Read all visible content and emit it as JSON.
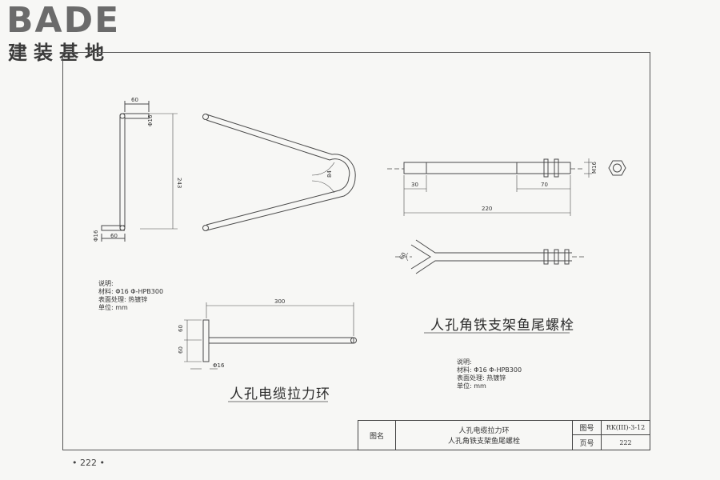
{
  "logo": {
    "brand": "BADE",
    "subtitle": "建装基地"
  },
  "page_number": "• 222 •",
  "cable_ring": {
    "title": "人孔电缆拉力环",
    "notes": [
      "说明:",
      "材料: Φ16 Φ-HPB300",
      "表面处理: 热镀锌",
      "单位: mm"
    ],
    "dims": {
      "hook_top": "60",
      "hook_bottom": "60",
      "dia_top": "Φ16",
      "dia_bottom": "Φ16",
      "height": "243",
      "v_angle": "84",
      "t_length": "300",
      "t_upper": "60",
      "t_lower": "60",
      "t_dia": "Φ16"
    }
  },
  "fishtail_bolt": {
    "title": "人孔角铁支架鱼尾螺栓",
    "notes": [
      "说明:",
      "材料: Φ16 Φ-HPB300",
      "表面处理: 热镀锌",
      "单位: mm"
    ],
    "dims": {
      "left": "30",
      "right": "70",
      "total": "220",
      "dia": "M16",
      "fork_angle": "60"
    }
  },
  "title_block": {
    "drawing_name_label": "图名",
    "drawing_name_line1": "人孔电缆拉力环",
    "drawing_name_line2": "人孔角铁支架鱼尾螺栓",
    "drawing_no_label": "图号",
    "drawing_no": "RK(III)-3-12",
    "page_label": "页号",
    "page": "222"
  }
}
